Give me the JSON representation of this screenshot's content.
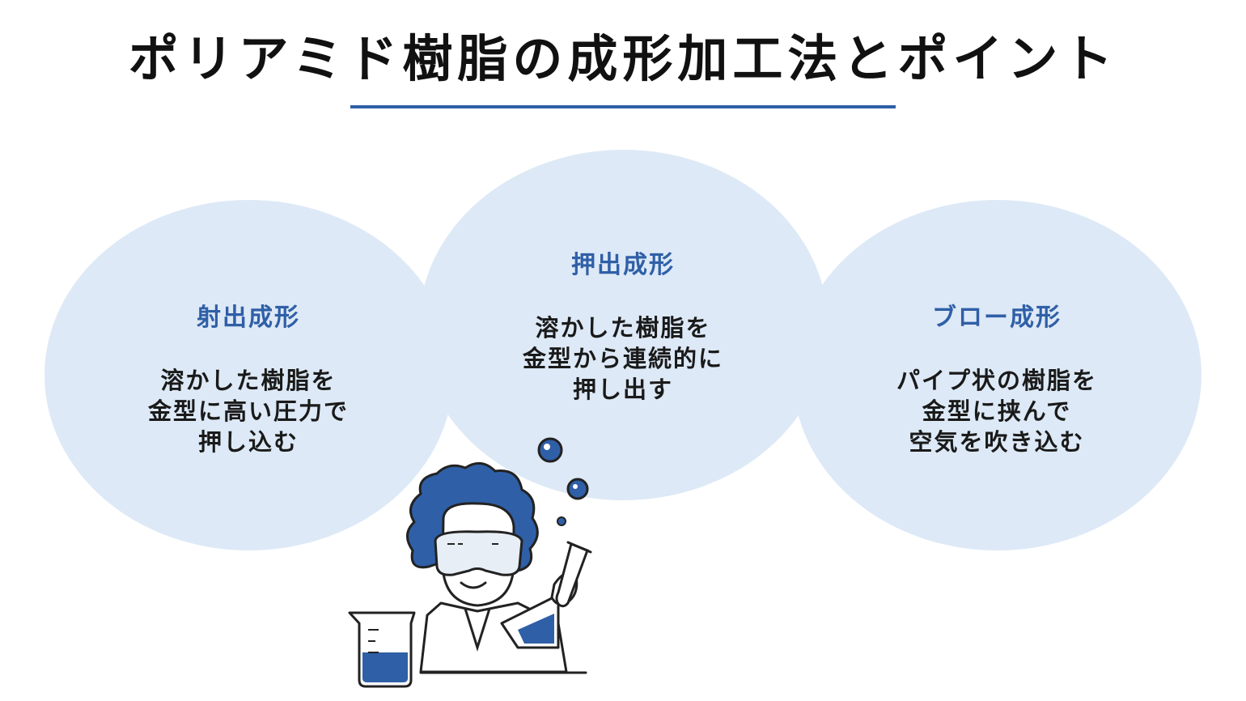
{
  "title": "ポリアミド樹脂の成形加工法とポイント",
  "colors": {
    "accent": "#2f5fa7",
    "bubble": "#dde9f6",
    "text": "#1a1a1a"
  },
  "methods": [
    {
      "name": "射出成形",
      "lines": [
        "溶かした樹脂を",
        "金型に高い圧力で",
        "押し込む"
      ]
    },
    {
      "name": "押出成形",
      "lines": [
        "溶かした樹脂を",
        "金型から連続的に",
        "押し出す"
      ]
    },
    {
      "name": "ブロー成形",
      "lines": [
        "パイプ状の樹脂を",
        "金型に挟んで",
        "空気を吹き込む"
      ]
    }
  ],
  "illustration": {
    "icon": "scientist-with-test-tube-icon"
  }
}
